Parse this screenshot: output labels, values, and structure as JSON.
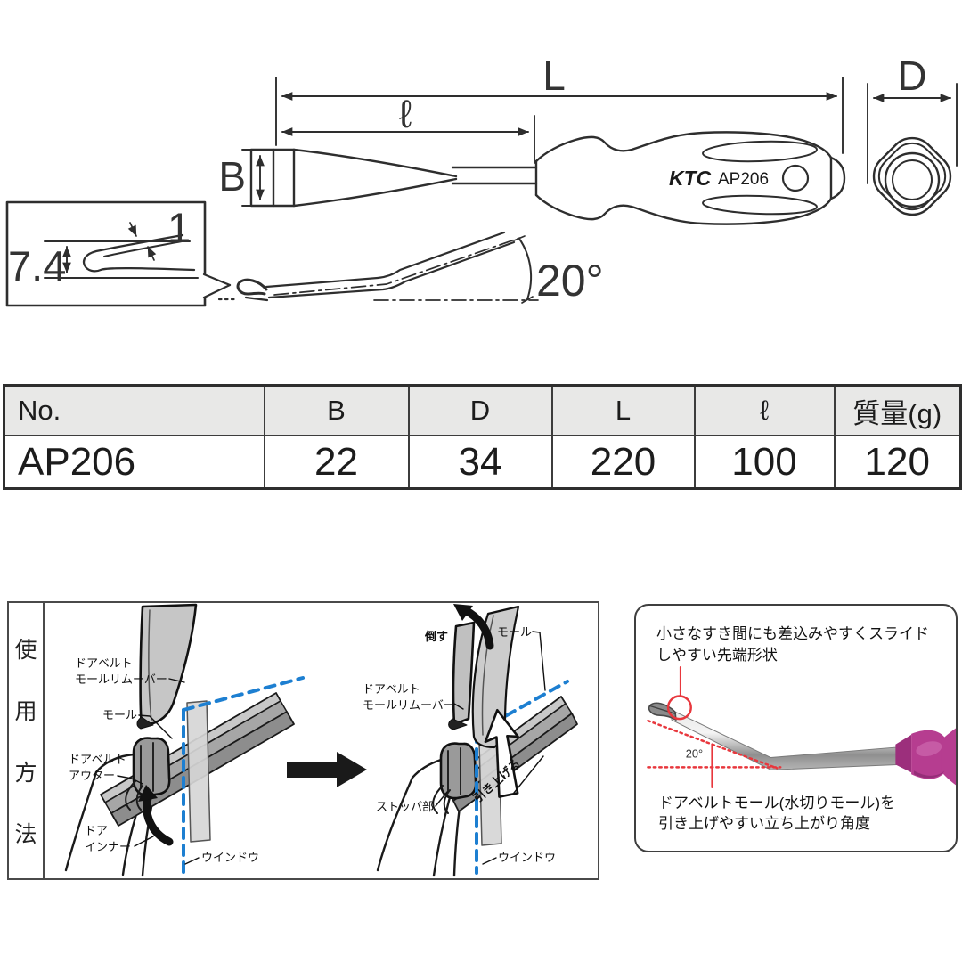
{
  "drawing": {
    "dim_labels": {
      "overall_length": "L",
      "shaft_length": "ℓ",
      "blade_width": "B",
      "handle_diameter": "D"
    },
    "detail": {
      "hook_depth": "7.4",
      "tip_thickness": "1"
    },
    "tip_angle": "20°",
    "handle_brand": "KTC",
    "handle_model": "AP206"
  },
  "table": {
    "headers": [
      "No.",
      "B",
      "D",
      "L",
      "ℓ",
      "質量(g)"
    ],
    "rows": [
      [
        "AP206",
        "22",
        "34",
        "220",
        "100",
        "120"
      ]
    ]
  },
  "usage": {
    "section_title": "使用方法",
    "title_chars": [
      "使",
      "用",
      "方",
      "法"
    ],
    "step1_labels": {
      "remover1": "ドアベルト",
      "remover2": "モールリムーバー",
      "molding": "モール",
      "outer1": "ドアベルト",
      "outer2": "アウター",
      "inner1": "ドア",
      "inner2": "インナー",
      "window": "ウインドウ"
    },
    "step2_labels": {
      "tilt": "倒す",
      "molding": "モール",
      "remover1": "ドアベルト",
      "remover2": "モールリムーバー",
      "stopper": "ストッパ部",
      "pull_up": "引き上げる",
      "window": "ウインドウ"
    }
  },
  "feature": {
    "tip_note_line1": "小さなすき間にも差込みやすくスライド",
    "tip_note_line2": "しやすい先端形状",
    "angle_label": "20°",
    "angle_note_line1": "ドアベルトモール(水切りモール)を",
    "angle_note_line2": "引き上げやすい立ち上がり角度"
  },
  "colors": {
    "line": "#2e2e2e",
    "table_header_bg": "#e8e8e7",
    "glass_blue": "#1d7fd1",
    "annotation_red": "#e8373d",
    "handle_pink": "#b63d90",
    "diagram_gray": "#a6a6a6"
  }
}
